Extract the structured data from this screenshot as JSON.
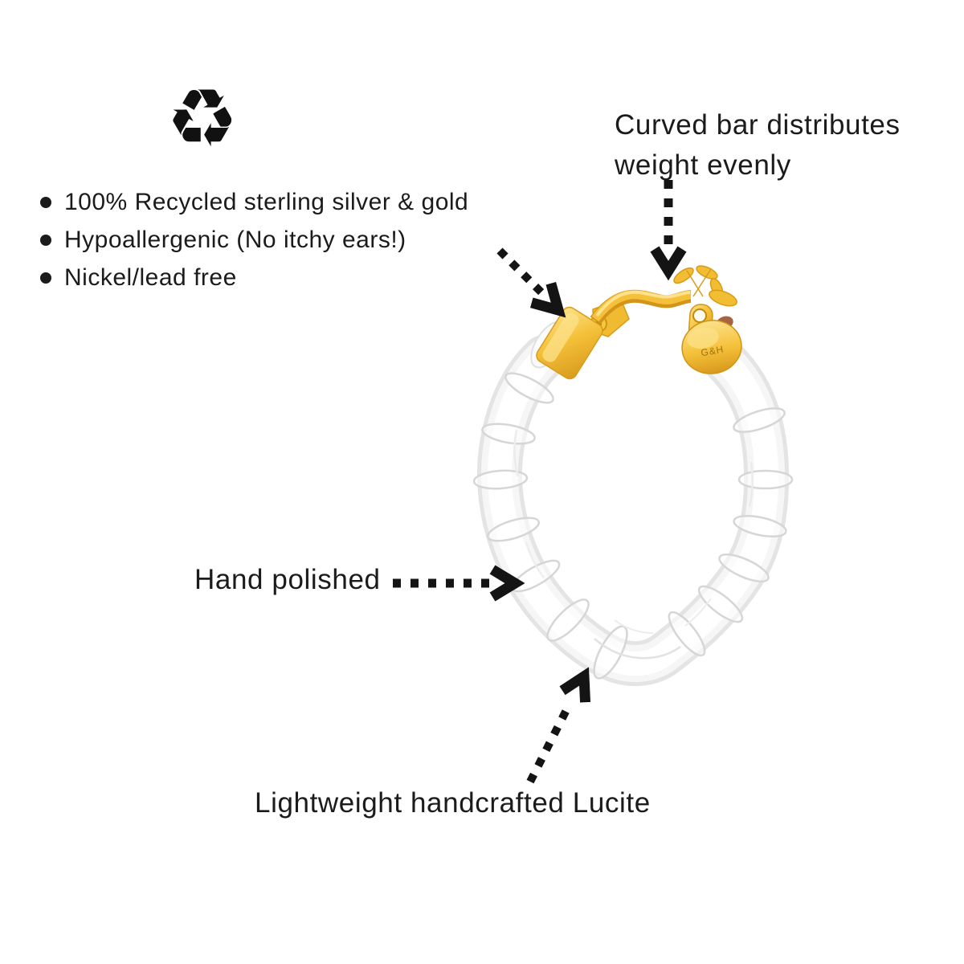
{
  "colors": {
    "background": "#ffffff",
    "text": "#1b1b1b",
    "arrow": "#141414",
    "gold_light": "#fce28c",
    "gold_mid": "#f5c13a",
    "gold_dark": "#d8991d",
    "gold_deep": "#c08a10",
    "lucite_edge": "#e4e4e4",
    "lucite_fill": "#f6f6f6"
  },
  "icons": {
    "recycle_symbol": "♻"
  },
  "features": {
    "items": [
      "100% Recycled sterling silver & gold",
      "Hypoallergenic (No itchy ears!)",
      "Nickel/lead free"
    ]
  },
  "annotations": {
    "clasp_line1": "Curved bar distributes",
    "clasp_line2": "weight evenly",
    "hand_polished": "Hand polished",
    "lucite": "Lightweight handcrafted Lucite"
  },
  "earring": {
    "stamp": "G&H"
  }
}
